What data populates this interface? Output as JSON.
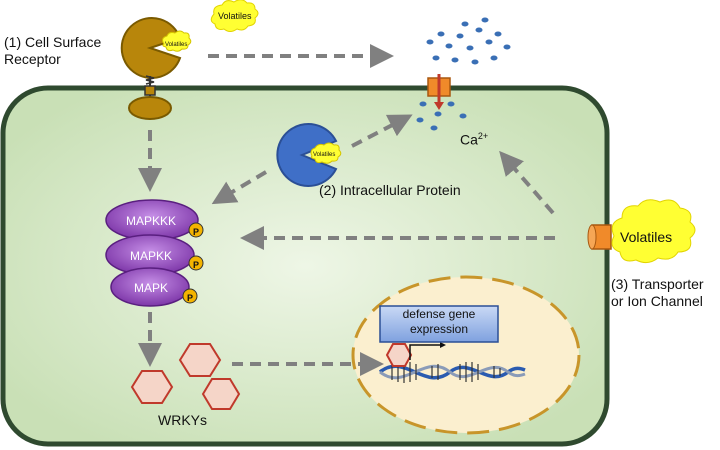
{
  "labels": {
    "receptor": [
      "(1) Cell Surface",
      "Receptor"
    ],
    "intracellular": "(2) Intracellular Protein",
    "transporter": [
      "(3) Transporter",
      "or Ion Channel"
    ],
    "calcium_base": "Ca",
    "calcium_sup": "2+",
    "wrkys": "WRKYs",
    "mapkkk": "MAPKKK",
    "mapkk": "MAPKK",
    "mapk": "MAPK",
    "phospho": "P",
    "defense": [
      "defense gene",
      "expression"
    ],
    "volatiles_small": "Volatiles",
    "volatiles_large": "Volatiles"
  },
  "colors": {
    "cell_fill": "#d3e6c4",
    "cell_border": "#2f4a2f",
    "receptor": "#b8860b",
    "intracellular_protein": "#3f6fc7",
    "mapk_cascade": "#8e44ad",
    "wrky": "#c0392b",
    "nucleus_fill": "#fbefcf",
    "nucleus_border": "#c8952a",
    "volatiles": "#ffff33",
    "calcium_dots": "#3a6fb5",
    "channel": "#f08a2a",
    "arrow": "#808080"
  }
}
